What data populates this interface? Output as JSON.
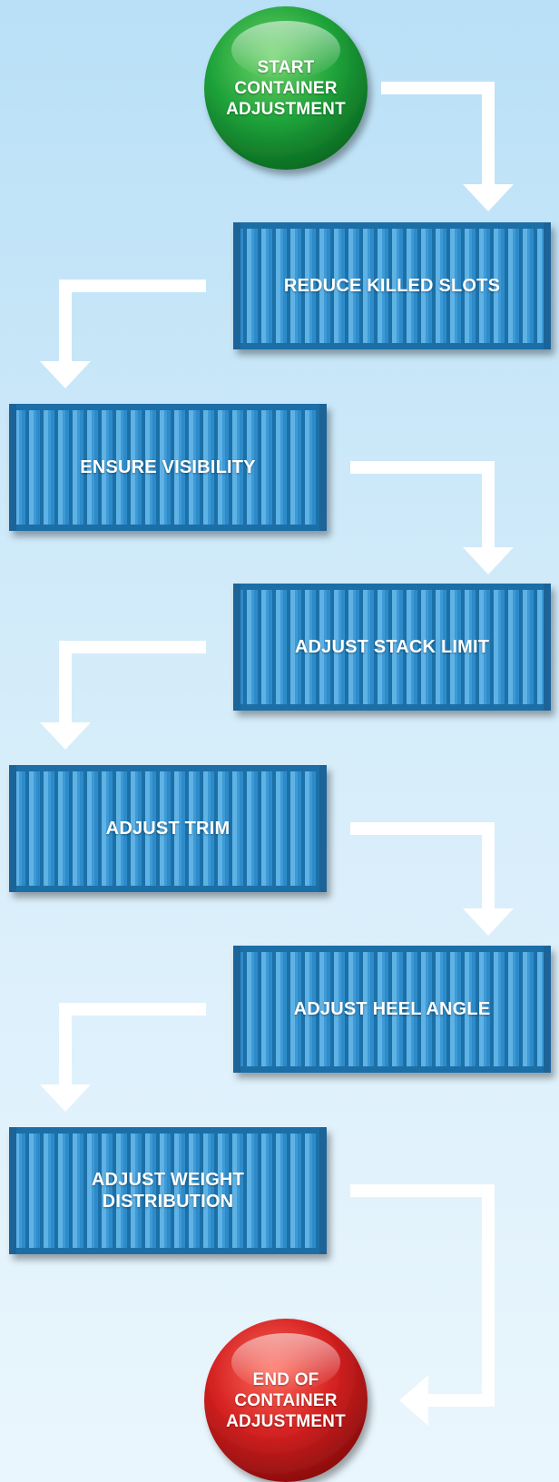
{
  "diagram": {
    "start": {
      "label": "START\nCONTAINER\nADJUSTMENT",
      "color": "#1aa23c"
    },
    "steps": [
      {
        "label": "REDUCE KILLED SLOTS"
      },
      {
        "label": "ENSURE VISIBILITY"
      },
      {
        "label": "ADJUST STACK LIMIT"
      },
      {
        "label": "ADJUST TRIM"
      },
      {
        "label": "ADJUST HEEL ANGLE"
      },
      {
        "label": "ADJUST WEIGHT\nDISTRIBUTION"
      }
    ],
    "end": {
      "label": "END OF\nCONTAINER\nADJUSTMENT",
      "color": "#d21f1f"
    },
    "container_color": "#2f8fcd",
    "arrow_color": "#ffffff",
    "background_color": "#cde8f8"
  }
}
